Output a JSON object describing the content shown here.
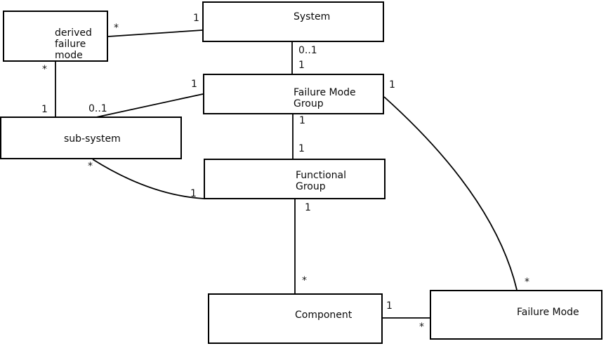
{
  "diagram": {
    "type": "uml-class-association-diagram",
    "background_color": "#ffffff",
    "line_color": "#000000",
    "text_color": "#000000"
  },
  "entities": {
    "derived_failure_mode": {
      "label": "derived\nfailure\nmode"
    },
    "system": {
      "label": "System"
    },
    "failure_mode_group": {
      "label": "Failure Mode\nGroup"
    },
    "sub_system": {
      "label": "sub-system"
    },
    "functional_group": {
      "label": "Functional\nGroup"
    },
    "component": {
      "label": "Component"
    },
    "failure_mode": {
      "label": "Failure Mode"
    }
  },
  "multiplicities": {
    "dfm_system_star": "*",
    "dfm_system_one": "1",
    "system_fmg_zero_one": "0..1",
    "system_fmg_one": "1",
    "dfm_subsystem_star": "*",
    "dfm_subsystem_one": "1",
    "subsystem_fmg_zero_one": "0..1",
    "subsystem_fmg_one": "1",
    "fmg_fm_one": "1",
    "fmg_fm_star": "*",
    "fmg_fg_one": "1",
    "fg_fmg_one": "1",
    "subsystem_fg_star": "*",
    "subsystem_fg_one": "1",
    "fg_component_one": "1",
    "fg_component_star": "*",
    "component_fm_one": "1",
    "component_fm_star": "*"
  }
}
